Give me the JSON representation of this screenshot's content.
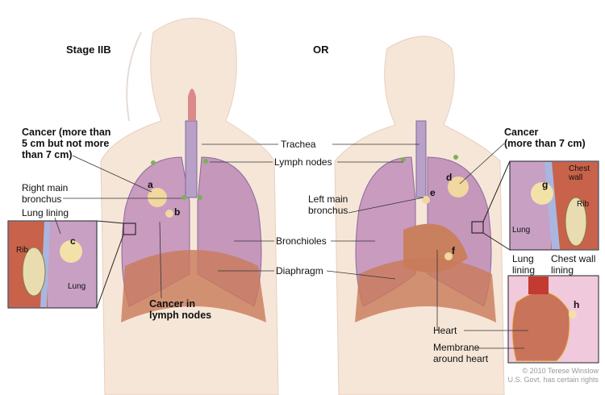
{
  "left_panel": {
    "title": "Stage IIB",
    "labels": {
      "cancer_size": [
        "Cancer (more than",
        "5 cm but not more",
        "than 7 cm)"
      ],
      "right_main_bronchus": [
        "Right main",
        "bronchus"
      ],
      "lung_lining": "Lung lining",
      "cancer_lymph_nodes": [
        "Cancer in",
        "lymph nodes"
      ]
    },
    "markers": {
      "a": "a",
      "b": "b",
      "c": "c"
    },
    "inset": {
      "rib": "Rib",
      "lung": "Lung"
    }
  },
  "separator": "OR",
  "center_labels": {
    "trachea": "Trachea",
    "lymph_nodes": "Lymph nodes",
    "left_main_bronchus": [
      "Left main",
      "bronchus"
    ],
    "bronchioles": "Bronchioles",
    "diaphragm": "Diaphragm"
  },
  "right_panel": {
    "labels": {
      "cancer_size": [
        "Cancer",
        "(more than 7 cm)"
      ],
      "heart": "Heart",
      "membrane": [
        "Membrane",
        "around heart"
      ],
      "lung_lining": [
        "Lung",
        "lining"
      ],
      "chest_wall_lining": [
        "Chest wall",
        "lining"
      ]
    },
    "markers": {
      "d": "d",
      "e": "e",
      "f": "f",
      "g": "g",
      "h": "h"
    },
    "inset": {
      "chest_wall": [
        "Chest",
        "wall"
      ],
      "rib": "Rib",
      "lung": "Lung"
    }
  },
  "copyright": [
    "© 2010 Terese Winslow",
    "U.S. Govt. has certain rights"
  ]
}
